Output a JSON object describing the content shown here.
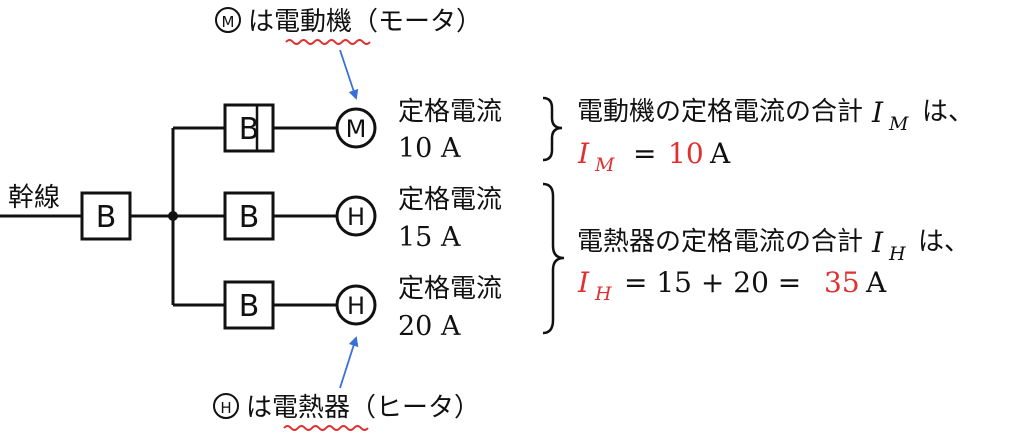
{
  "colors": {
    "line": "#111111",
    "accent": "#e03030",
    "arrow": "#3a6fd8"
  },
  "trunk_label": "幹線",
  "breaker_symbol": "B",
  "motor_symbol": "M",
  "heater_symbol": "H",
  "legend_motor": {
    "symbol": "M",
    "text": "は",
    "underlined": "電動機",
    "paren": "（モータ）"
  },
  "legend_heater": {
    "symbol": "H",
    "text": "は",
    "underlined": "電熱器",
    "paren": "（ヒータ）"
  },
  "branches": [
    {
      "rating_label": "定格電流",
      "rating_value": "10 A"
    },
    {
      "rating_label": "定格電流",
      "rating_value": "15 A"
    },
    {
      "rating_label": "定格電流",
      "rating_value": "20 A"
    }
  ],
  "motor_sum": {
    "text": "電動機の定格電流の合計",
    "var": "I",
    "sub": "M",
    "suffix": "は、",
    "eq_left": "I",
    "eq_sub": "M",
    "eq_op": "=",
    "eq_result": "10",
    "eq_unit": "A"
  },
  "heater_sum": {
    "text": "電熱器の定格電流の合計",
    "var": "I",
    "sub": "H",
    "suffix": "は、",
    "eq_left": "I",
    "eq_sub": "H",
    "eq_expr": "= 15 + 20 =",
    "eq_result": "35",
    "eq_unit": "A"
  }
}
